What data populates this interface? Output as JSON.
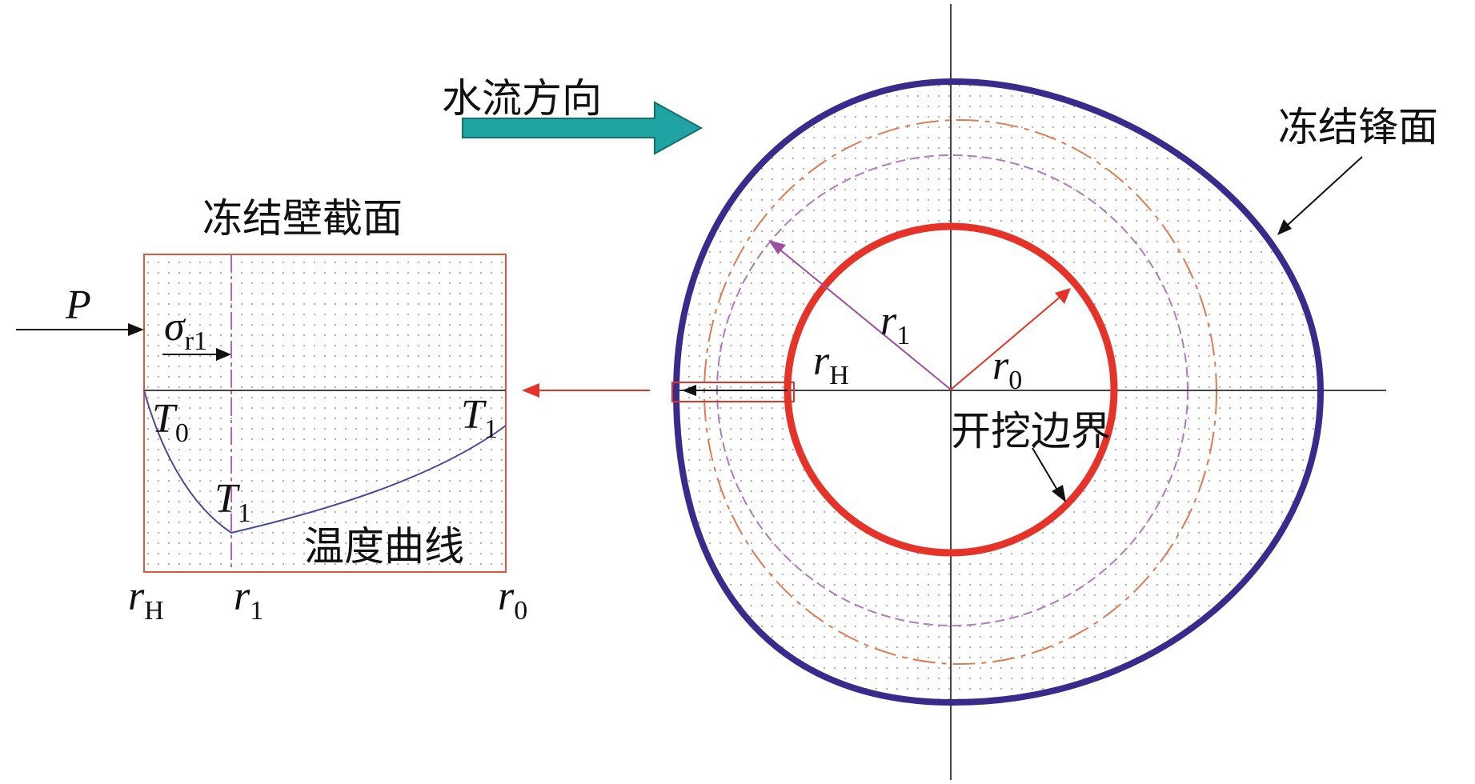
{
  "labels": {
    "flow_direction": "水流方向",
    "frozen_wall_section": "冻结壁截面",
    "freezing_front": "冻结锋面",
    "excavation_boundary": "开挖边界",
    "temperature_curve": "温度曲线"
  },
  "symbols": {
    "pressure": "P",
    "stress": {
      "base": "σ",
      "sub": "r1"
    },
    "t0_left": {
      "base": "T",
      "sub": "0"
    },
    "t1_right": {
      "base": "T",
      "sub": "1"
    },
    "t1_mid": {
      "base": "T",
      "sub": "1"
    },
    "rh_axis": {
      "base": "r",
      "sub": "H"
    },
    "r1_axis": {
      "base": "r",
      "sub": "1"
    },
    "r0_axis": {
      "base": "r",
      "sub": "0"
    },
    "r1_radius": {
      "base": "r",
      "sub": "1"
    },
    "rh_radius": {
      "base": "r",
      "sub": "H"
    },
    "r0_radius": {
      "base": "r",
      "sub": "0"
    }
  },
  "colors": {
    "flow_arrow": "#1fa3a3",
    "freezing_front": "#3a2a8c",
    "excavation_boundary": "#e6332a",
    "dashed_orange": "#e07a50",
    "dashed_purple": "#b07ac0",
    "section_border": "#e2553a",
    "temperature_curve": "#4a4a9a",
    "radius_r1": "#9b4f9e",
    "radius_r0": "#e6332a",
    "pointer_arrow": "#e6332a",
    "axis": "#444444"
  }
}
